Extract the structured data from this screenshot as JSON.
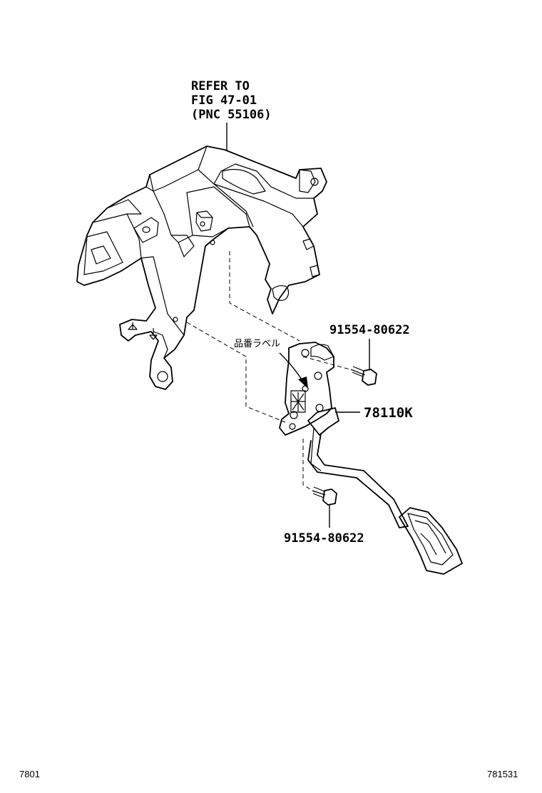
{
  "labels": {
    "refer_line1": "REFER TO",
    "refer_line2": "FIG 47-01",
    "refer_line3": "(PNC 55106)",
    "part_label_jp": "品番ラベル",
    "bolt_upper": "91554-80622",
    "pedal_assy": "78110K",
    "bolt_lower": "91554-80622"
  },
  "footer": {
    "left_code": "7801",
    "right_code": "781531"
  }
}
